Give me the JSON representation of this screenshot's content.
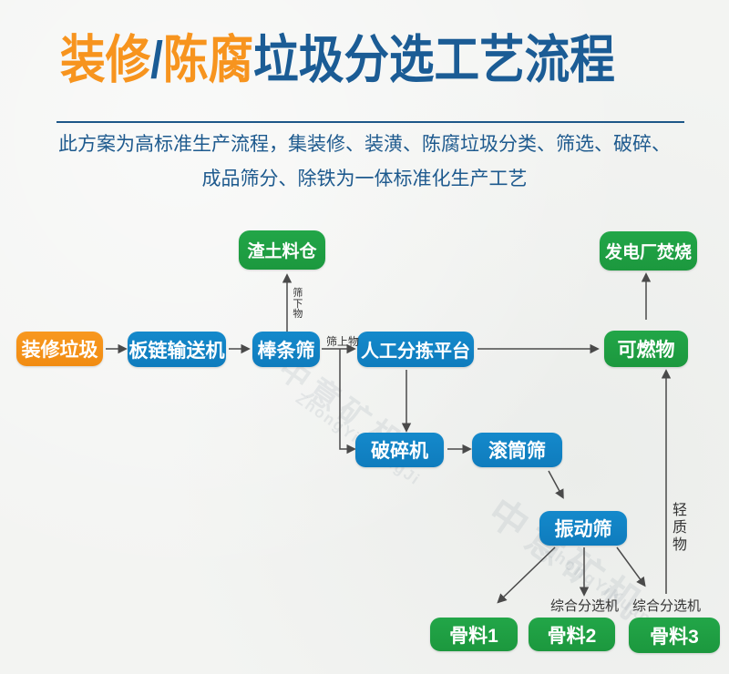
{
  "colors": {
    "accent_orange": "#f7941e",
    "accent_blue": "#1489cb",
    "accent_green": "#22a648",
    "title_blue": "#1b5c95",
    "subtitle_blue": "#1e5a8e",
    "edge_gray": "#4a4a4a"
  },
  "header": {
    "title": {
      "part1": "装修",
      "slash": "/",
      "part2": "陈腐",
      "part3": "垃圾分选工艺流程"
    },
    "subtitle_line1": "此方案为高标准生产流程，集装修、装潢、陈腐垃圾分类、筛选、破碎、",
    "subtitle_line2": "成品筛分、除铁为一体标准化生产工艺"
  },
  "flowchart": {
    "nodes": {
      "zhuangxiu_laji": {
        "label": "装修垃圾"
      },
      "banlian_shusongji": {
        "label": "板链输送机"
      },
      "bangtiao_shai": {
        "label": "棒条筛"
      },
      "zhatu_liaocang": {
        "label": "渣土料仓"
      },
      "rengong_fenjian": {
        "label": "人工分拣平台"
      },
      "keranwu": {
        "label": "可燃物"
      },
      "fadianchang_fenshao": {
        "label": "发电厂焚烧"
      },
      "posuiji": {
        "label": "破碎机"
      },
      "guntongshai": {
        "label": "滚筒筛"
      },
      "zhendongshai": {
        "label": "振动筛"
      },
      "guliao1": {
        "label": "骨料1"
      },
      "guliao2": {
        "label": "骨料2"
      },
      "guliao3": {
        "label": "骨料3"
      }
    },
    "edge_labels": {
      "shai_xia_wu": "筛下物",
      "shai_shang_wu": "筛上物",
      "zonghe_fenxuanji_1": "综合分选机",
      "zonghe_fenxuanji_2": "综合分选机",
      "qing_zhi_wu": "轻质物"
    },
    "watermark": {
      "cjk": "中意矿机",
      "latin": "ZhongYiKuangJi"
    }
  }
}
